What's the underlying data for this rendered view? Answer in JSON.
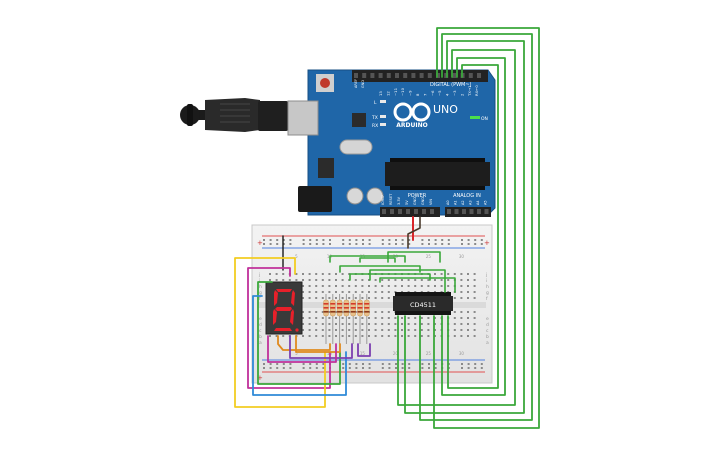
{
  "arduino": {
    "logo_text": "ARDUINO",
    "model": "UNO",
    "digital_header": "DIGITAL (PWM~)",
    "aref_label": "AREF",
    "gnd_label": "GND",
    "analog_header": "ANALOG IN",
    "power_header": "POWER",
    "on_label": "ON",
    "led_labels": [
      "L",
      "TX",
      "RX"
    ],
    "digital_pins": [
      "13",
      "12",
      "~11",
      "~10",
      "~9",
      "8",
      "7",
      "~6",
      "~5",
      "4",
      "~3",
      "2",
      "TX→1",
      "RX←0"
    ],
    "analog_pins": [
      "A0",
      "A1",
      "A2",
      "A3",
      "A4",
      "A5"
    ],
    "power_pins": [
      "IOREF",
      "RESET",
      "3.3V",
      "5V",
      "GND",
      "GND",
      "VIN"
    ]
  },
  "breadboard": {
    "row_letters": [
      "a",
      "b",
      "c",
      "d",
      "e",
      "f",
      "g",
      "h",
      "i",
      "j"
    ],
    "column_numbers": [
      "5",
      "10",
      "15",
      "20",
      "25",
      "30"
    ],
    "rail_plus": "+",
    "rail_minus": "−"
  },
  "ic": {
    "label": "CD4511"
  },
  "display": {
    "digit": "8"
  },
  "colors": {
    "board_blue": "#1f66a8",
    "wire_green": "#3aa83a",
    "wire_yellow": "#f2cd22",
    "wire_magenta": "#c0309a",
    "wire_blue": "#2f8ad8",
    "wire_orange": "#e08a1e",
    "wire_purple": "#7c3fb0",
    "wire_red": "#d8262a",
    "segment_red": "#e8202a"
  }
}
